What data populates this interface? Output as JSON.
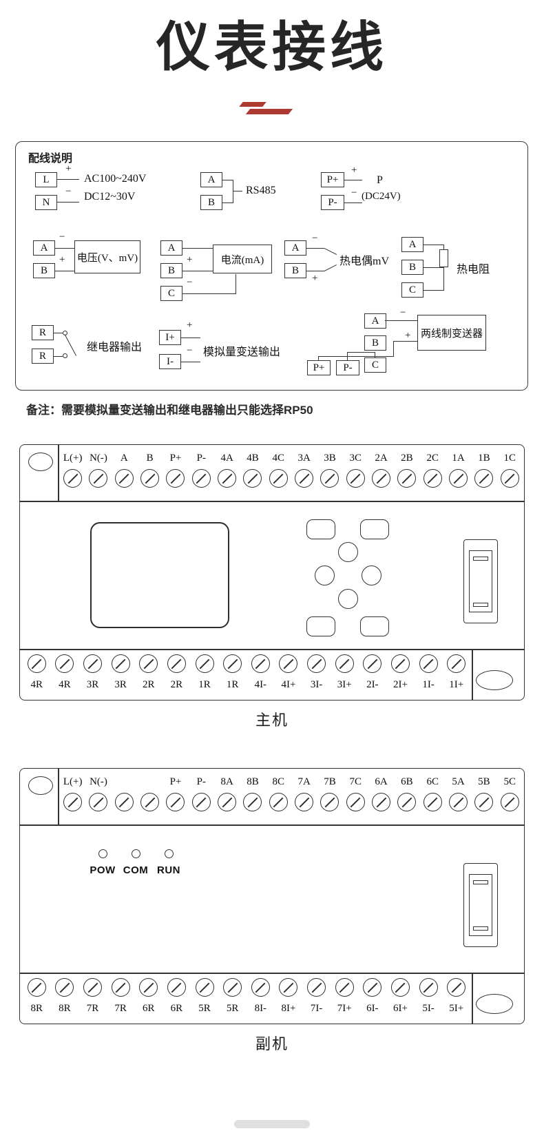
{
  "title": "仪表接线",
  "colors": {
    "accent_red": "#ac3a32",
    "line": "#333333"
  },
  "wiring_box": {
    "heading": "配线说明",
    "power_ac": {
      "t1": "L",
      "t2": "N",
      "plus": "+",
      "minus": "−",
      "line1": "AC100~240V",
      "line2": "DC12~30V"
    },
    "rs485": {
      "t1": "A",
      "t2": "B",
      "label": "RS485"
    },
    "power_dc": {
      "t1": "P+",
      "t2": "P-",
      "plus": "+",
      "minus": "−",
      "label": "P",
      "sub": "(DC24V)"
    },
    "voltage": {
      "t1": "A",
      "t2": "B",
      "minus": "−",
      "plus": "+",
      "label": "电压(V、mV)"
    },
    "current": {
      "t1": "A",
      "t2": "B",
      "t3": "C",
      "plus": "+",
      "minus": "−",
      "label": "电流(mA)"
    },
    "thermocouple": {
      "t1": "A",
      "t2": "B",
      "minus": "−",
      "plus": "+",
      "label": "热电偶mV"
    },
    "rtd": {
      "t1": "A",
      "t2": "B",
      "t3": "C",
      "label": "热电阻"
    },
    "relay": {
      "t1": "R",
      "t2": "R",
      "label": "继电器输出"
    },
    "analog_out": {
      "t1": "I+",
      "t2": "I-",
      "plus": "+",
      "minus": "−",
      "label": "模拟量变送输出"
    },
    "transmitter": {
      "tA": "A",
      "tB": "B",
      "tC": "C",
      "tP1": "P+",
      "tP2": "P-",
      "minus": "−",
      "plus": "+",
      "label": "两线制变送器"
    }
  },
  "note": "备注：需要模拟量变送输出和继电器输出只能选择RP50",
  "main_unit": {
    "caption": "主机",
    "top_labels": [
      "L(+)",
      "N(-)",
      "A",
      "B",
      "P+",
      "P-",
      "4A",
      "4B",
      "4C",
      "3A",
      "3B",
      "3C",
      "2A",
      "2B",
      "2C",
      "1A",
      "1B",
      "1C"
    ],
    "bottom_labels": [
      "4R",
      "4R",
      "3R",
      "3R",
      "2R",
      "2R",
      "1R",
      "1R",
      "4I-",
      "4I+",
      "3I-",
      "3I+",
      "2I-",
      "2I+",
      "1I-",
      "1I+"
    ]
  },
  "sub_unit": {
    "caption": "副机",
    "top_labels": [
      "L(+)",
      "N(-)",
      "",
      "",
      "P+",
      "P-",
      "8A",
      "8B",
      "8C",
      "7A",
      "7B",
      "7C",
      "6A",
      "6B",
      "6C",
      "5A",
      "5B",
      "5C"
    ],
    "leds": [
      "POW",
      "COM",
      "RUN"
    ],
    "bottom_labels": [
      "8R",
      "8R",
      "7R",
      "7R",
      "6R",
      "6R",
      "5R",
      "5R",
      "8I-",
      "8I+",
      "7I-",
      "7I+",
      "6I-",
      "6I+",
      "5I-",
      "5I+"
    ]
  }
}
